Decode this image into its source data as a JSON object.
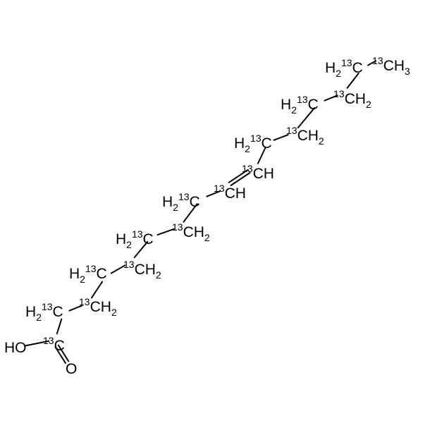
{
  "molecule": {
    "atoms": {
      "a18": {
        "iso": "13",
        "pre": "",
        "core": "CH",
        "sub": "3",
        "post": ""
      },
      "a17": {
        "iso": "13",
        "pre": "H",
        "psub": "2",
        "core": "C",
        "sub": "",
        "post": ""
      },
      "a16": {
        "iso": "13",
        "pre": "",
        "core": "CH",
        "sub": "2",
        "post": ""
      },
      "a15": {
        "iso": "13",
        "pre": "H",
        "psub": "2",
        "core": "C",
        "sub": "",
        "post": ""
      },
      "a14": {
        "iso": "13",
        "pre": "",
        "core": "CH",
        "sub": "2",
        "post": ""
      },
      "a13": {
        "iso": "13",
        "pre": "H",
        "psub": "2",
        "core": "C",
        "sub": "",
        "post": ""
      },
      "a12": {
        "iso": "13",
        "pre": "",
        "core": "CH",
        "sub": "",
        "post": ""
      },
      "a11": {
        "iso": "13",
        "pre": "",
        "core": "CH",
        "sub": "",
        "post": ""
      },
      "a10": {
        "iso": "13",
        "pre": "H",
        "psub": "2",
        "core": "C",
        "sub": "",
        "post": ""
      },
      "a9": {
        "iso": "13",
        "pre": "",
        "core": "CH",
        "sub": "2",
        "post": ""
      },
      "a8": {
        "iso": "13",
        "pre": "H",
        "psub": "2",
        "core": "C",
        "sub": "",
        "post": ""
      },
      "a7": {
        "iso": "13",
        "pre": "",
        "core": "CH",
        "sub": "2",
        "post": ""
      },
      "a6": {
        "iso": "13",
        "pre": "H",
        "psub": "2",
        "core": "C",
        "sub": "",
        "post": ""
      },
      "a5": {
        "iso": "13",
        "pre": "",
        "core": "CH",
        "sub": "2",
        "post": ""
      },
      "a4": {
        "iso": "13",
        "pre": "H",
        "psub": "2",
        "core": "C",
        "sub": "",
        "post": ""
      },
      "a3": {
        "iso": "13",
        "pre": "",
        "core": "C",
        "sub": "",
        "post": ""
      },
      "oh": {
        "iso": "",
        "pre": "",
        "core": "HO",
        "sub": "",
        "post": ""
      },
      "o": {
        "iso": "",
        "pre": "",
        "core": "O",
        "sub": "",
        "post": ""
      }
    },
    "bonds": [
      [
        "a18",
        "a17",
        1
      ],
      [
        "a17",
        "a16",
        1
      ],
      [
        "a16",
        "a15",
        1
      ],
      [
        "a15",
        "a14",
        1
      ],
      [
        "a14",
        "a13",
        1
      ],
      [
        "a13",
        "a12",
        1
      ],
      [
        "a12",
        "a11",
        2
      ],
      [
        "a11",
        "a10",
        1
      ],
      [
        "a10",
        "a9",
        1
      ],
      [
        "a9",
        "a8",
        1
      ],
      [
        "a8",
        "a7",
        1
      ],
      [
        "a7",
        "a6",
        1
      ],
      [
        "a6",
        "a5",
        1
      ],
      [
        "a5",
        "a4",
        1
      ],
      [
        "a4",
        "a3",
        1
      ],
      [
        "a3",
        "oh",
        1
      ],
      [
        "a3",
        "o",
        2
      ]
    ]
  }
}
